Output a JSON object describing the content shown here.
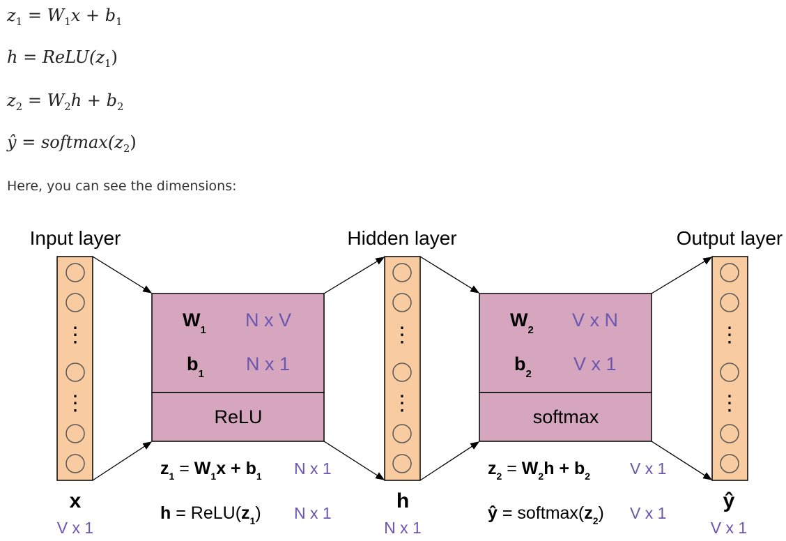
{
  "equations": {
    "eq1": {
      "lhs": "z",
      "lhs_sub": "1",
      "eq": " = ",
      "a": "W",
      "a_sub": "1",
      "b": "x + b",
      "b_sub": "1"
    },
    "eq2": {
      "lhs": "h",
      "eq": " = ",
      "fn": "ReLU(z",
      "arg_sub": "1",
      "close": ")"
    },
    "eq3": {
      "lhs": "z",
      "lhs_sub": "2",
      "eq": " = ",
      "a": "W",
      "a_sub": "2",
      "b": "h + b",
      "b_sub": "2"
    },
    "eq4": {
      "lhs": "ŷ",
      "eq": " = ",
      "fn": "softmax(z",
      "arg_sub": "2",
      "close": ")"
    }
  },
  "intro_text": "Here, you can see the dimensions:",
  "diagram": {
    "layers": {
      "input": {
        "title": "Input layer",
        "var": "x",
        "dim": "V x 1"
      },
      "hidden": {
        "title": "Hidden layer",
        "var": "h",
        "dim": "N x 1"
      },
      "output": {
        "title": "Output layer",
        "var": "ŷ",
        "dim": "V x 1"
      }
    },
    "block1": {
      "w": "W",
      "w_sub": "1",
      "w_dim": "N x V",
      "b": "b",
      "b_sub": "1",
      "b_dim": "N x 1",
      "activation": "ReLU",
      "formula1": {
        "z": "z",
        "z_sub": "1",
        "mid1": " = ",
        "w": "W",
        "w_sub": "1",
        "mid2": "x + ",
        "b": "b",
        "b_sub": "1",
        "dim": "N x 1"
      },
      "formula2": {
        "lhs": "h",
        "mid": " = ReLU(",
        "z": "z",
        "z_sub": "1",
        "close": ")",
        "dim": "N x 1"
      }
    },
    "block2": {
      "w": "W",
      "w_sub": "2",
      "w_dim": "V x N",
      "b": "b",
      "b_sub": "2",
      "b_dim": "V x 1",
      "activation": "softmax",
      "formula1": {
        "z": "z",
        "z_sub": "2",
        "mid1": " = ",
        "w": "W",
        "w_sub": "2",
        "mid2": "h + ",
        "b": "b",
        "b_sub": "2",
        "dim": "V x 1"
      },
      "formula2": {
        "lhs": "ŷ",
        "mid": " = softmax(",
        "z": "z",
        "z_sub": "2",
        "close": ")",
        "dim": "V x 1"
      }
    },
    "ellipsis": "⋮",
    "colors": {
      "column_fill": "#f8cba0",
      "block_fill": "#d5a6bd",
      "dim_text": "#6b56b0",
      "stroke": "#000000"
    }
  }
}
